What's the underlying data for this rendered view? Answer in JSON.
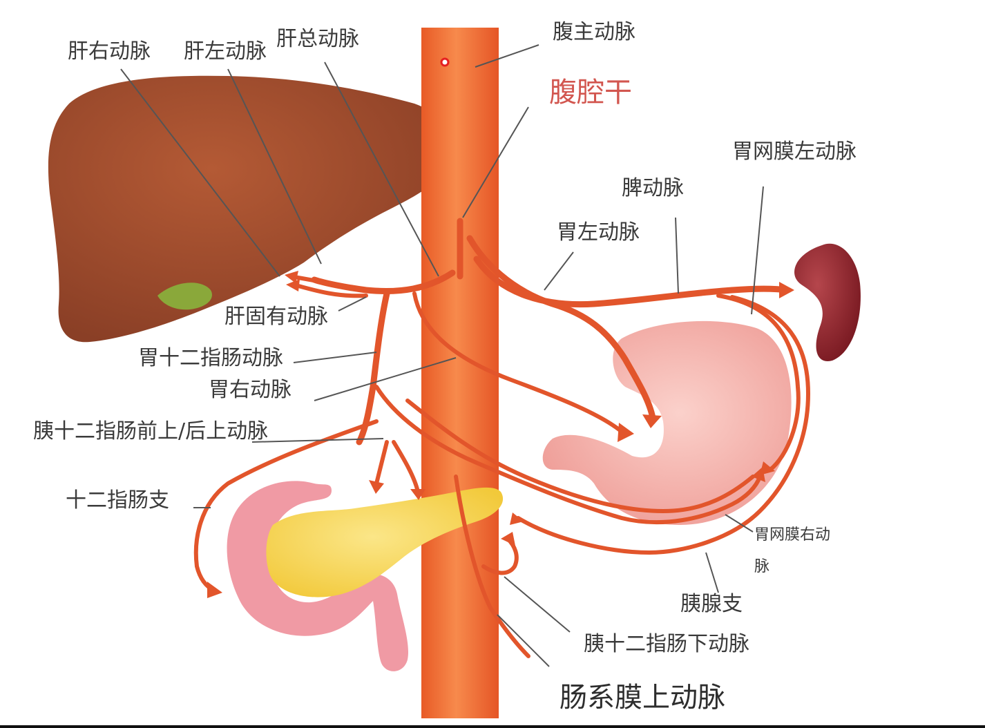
{
  "labels": {
    "right_hepatic": "肝右动脉",
    "left_hepatic": "肝左动脉",
    "common_hepatic": "肝总动脉",
    "aorta": "腹主动脉",
    "celiac_trunk": "腹腔干",
    "left_gastroepiploic": "胃网膜左动脉",
    "splenic": "脾动脉",
    "left_gastric": "胃左动脉",
    "proper_hepatic": "肝固有动脉",
    "gastroduodenal": "胃十二指肠动脉",
    "right_gastric": "胃右动脉",
    "pancreaticoduodenal_sup": "胰十二指肠前上/后上动脉",
    "duodenal_branch": "十二指肠支",
    "right_gastroepiploic_1": "胃网膜右动",
    "right_gastroepiploic_2": "脉",
    "pancreatic_branch": "胰腺支",
    "pancreaticoduodenal_inf": "胰十二指肠下动脉",
    "sma": "肠系膜上动脉"
  },
  "colors": {
    "artery": "#e2552b",
    "aorta": "#f26a31",
    "liver": "#9c4a2e",
    "gallbladder": "#8aa83a",
    "spleen": "#8a1f27",
    "stomach": "#f3a8a2",
    "pancreas": "#f8d64e",
    "duodenum": "#f09aa4",
    "celiac_label": "#d2564f"
  }
}
